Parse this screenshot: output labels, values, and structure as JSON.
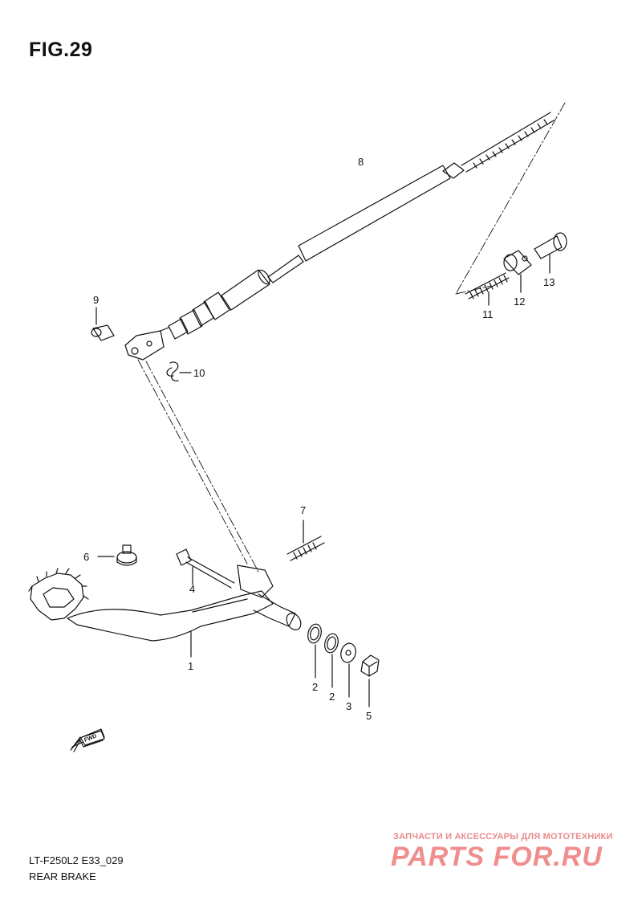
{
  "figure": {
    "title": "FIG.29",
    "code": "LT-F250L2 E33_029",
    "name": "REAR BRAKE"
  },
  "callouts": {
    "c1": "1",
    "c2a": "2",
    "c2b": "2",
    "c3": "3",
    "c4": "4",
    "c5": "5",
    "c6": "6",
    "c7": "7",
    "c8": "8",
    "c9": "9",
    "c10": "10",
    "c11": "11",
    "c12": "12",
    "c13": "13"
  },
  "fwd_marker": "FWD",
  "watermark": {
    "tagline": "ЗАПЧАСТИ И АКСЕССУАРЫ ДЛЯ МОТОТЕХНИКИ",
    "brand": "PARTS FOR.RU"
  }
}
